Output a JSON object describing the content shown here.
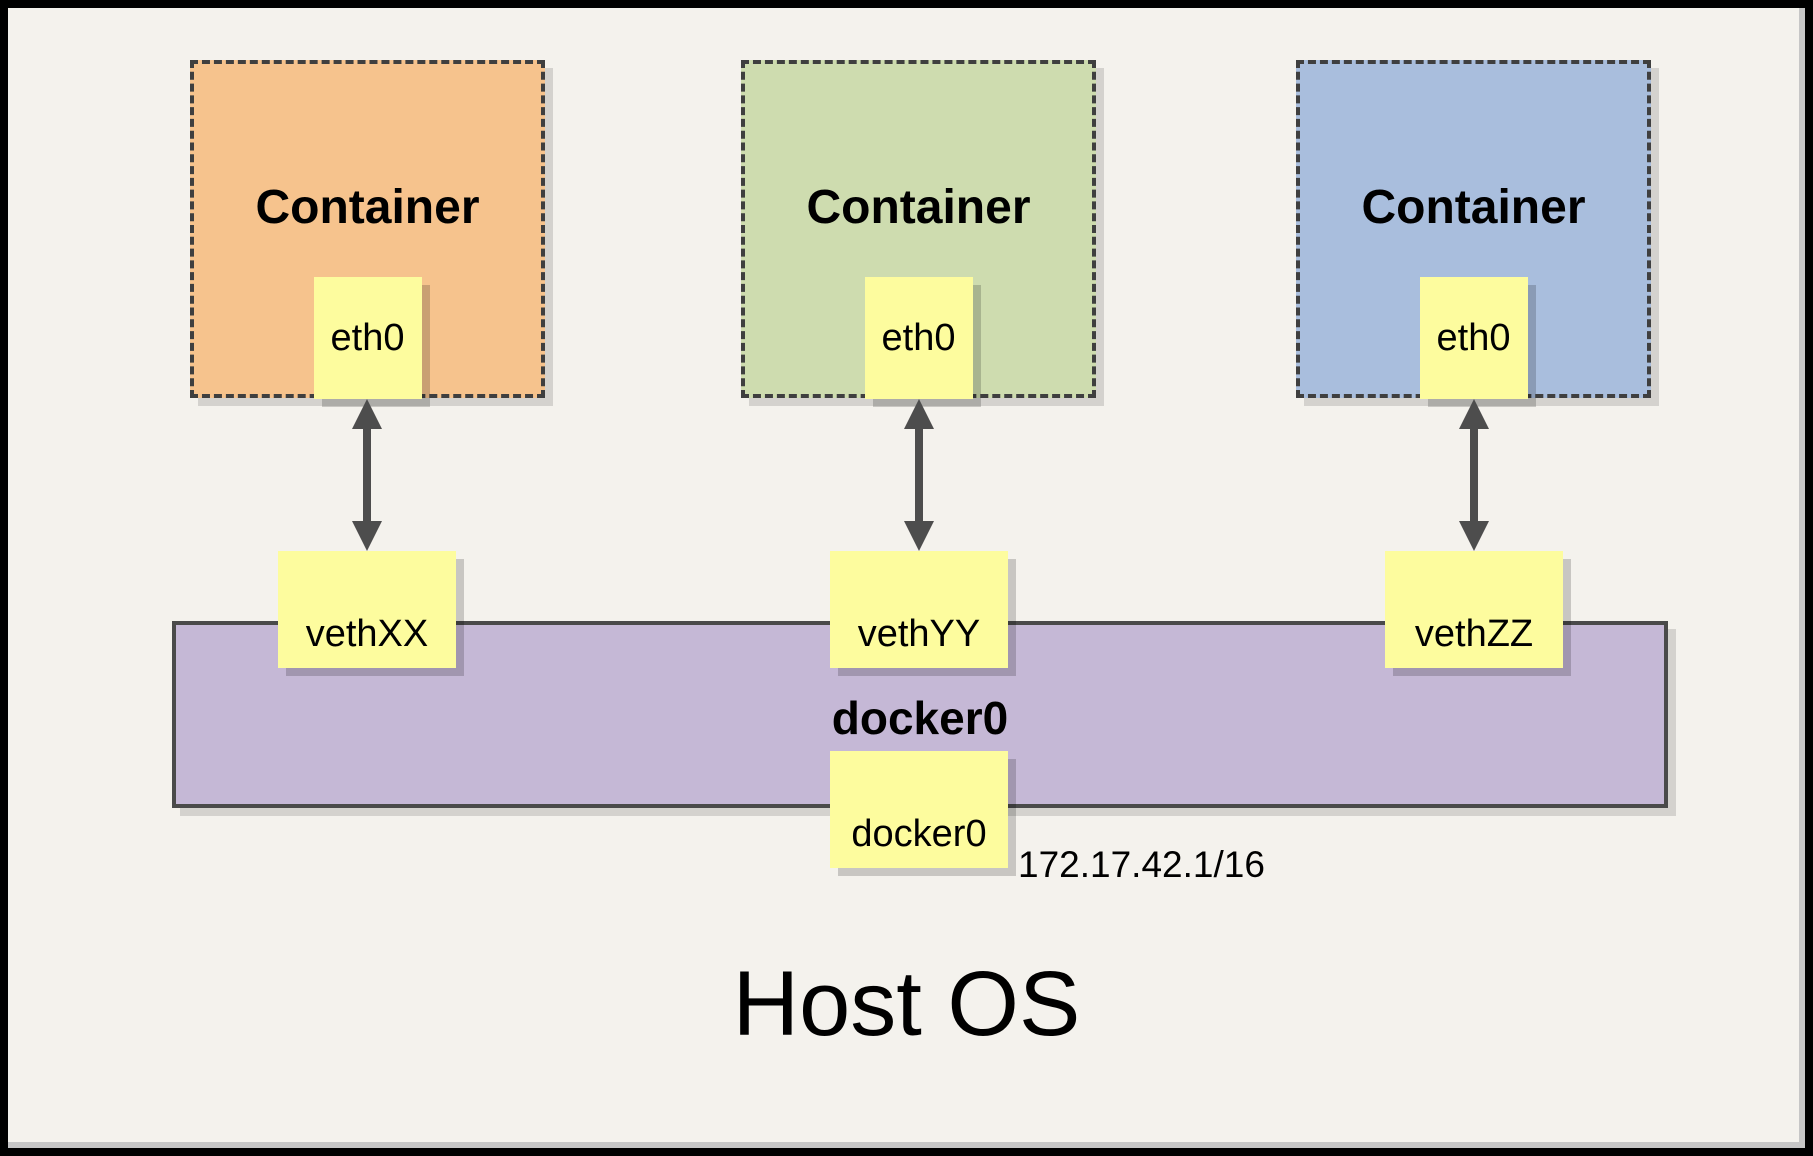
{
  "frame": {
    "background": "#f4f2ed",
    "border_color": "#000000"
  },
  "containers": [
    {
      "title": "Container",
      "nic_label": "eth0",
      "fill": "#f6c38d",
      "veth_label": "vethXX"
    },
    {
      "title": "Container",
      "nic_label": "eth0",
      "fill": "#cedcaf",
      "veth_label": "vethYY"
    },
    {
      "title": "Container",
      "nic_label": "eth0",
      "fill": "#a9bedd",
      "veth_label": "vethZZ"
    }
  ],
  "bridge": {
    "title": "docker0",
    "nic_label": "docker0",
    "ip_address": "172.17.42.1/16",
    "fill": "#c5b8d6"
  },
  "host": {
    "title": "Host OS"
  },
  "styles": {
    "note_fill": "#fdfc9e",
    "arrow_color": "#4d4d4d",
    "dash_border_color": "#3f3f3f"
  }
}
